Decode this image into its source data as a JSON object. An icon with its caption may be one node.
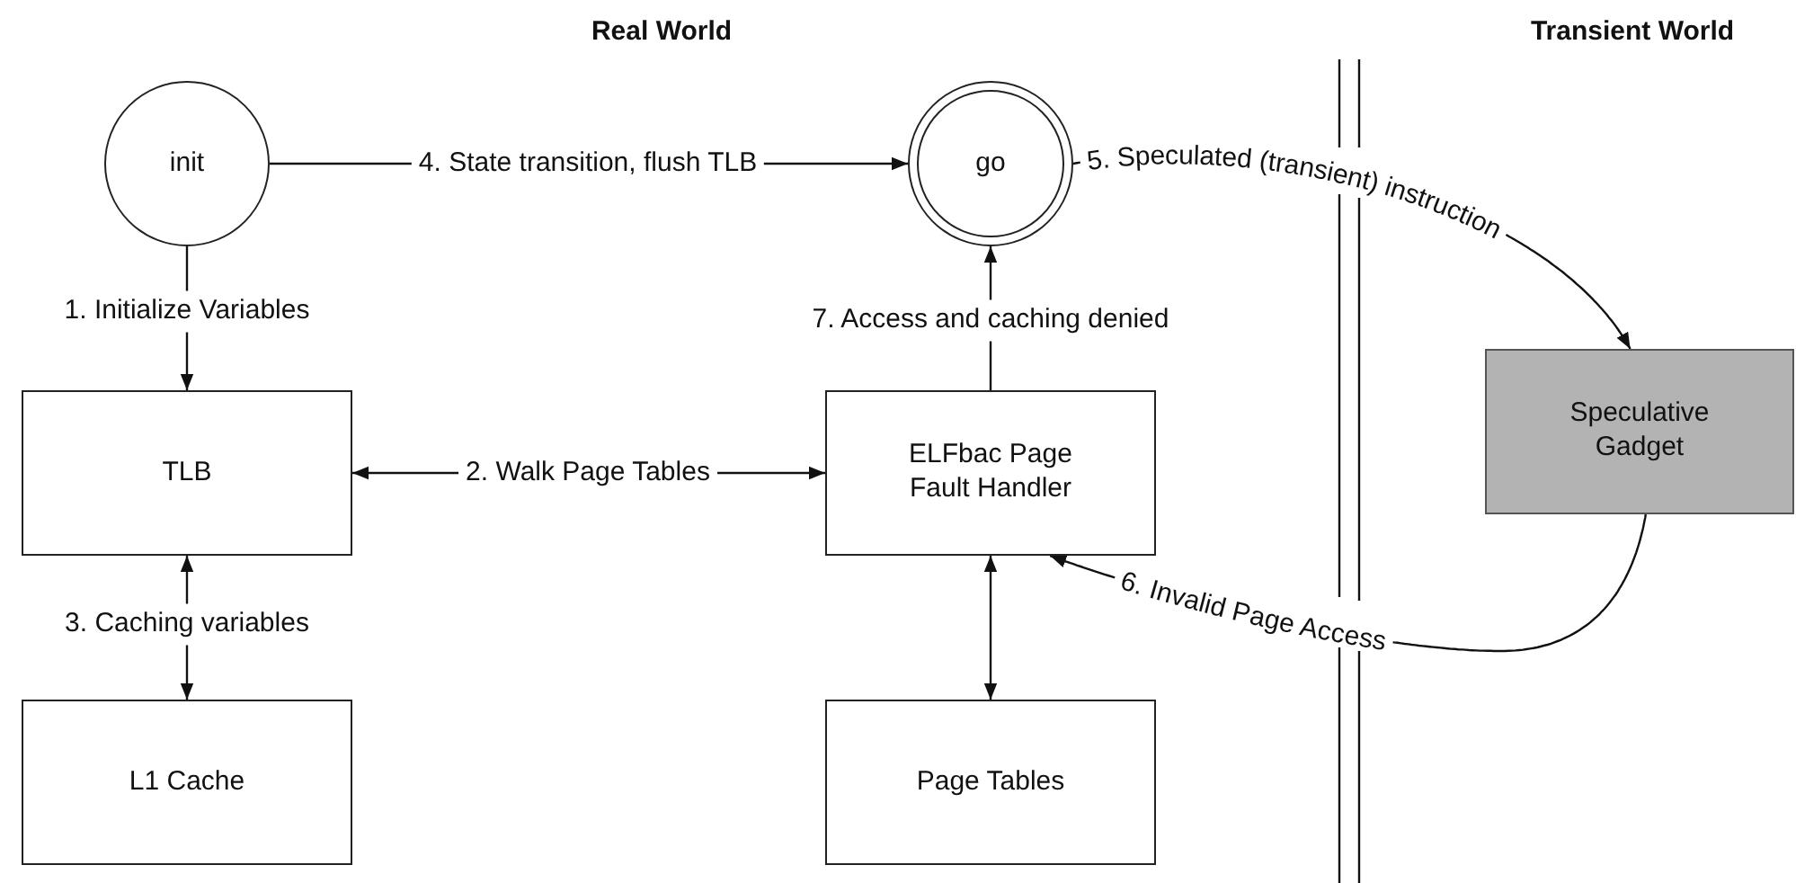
{
  "diagram": {
    "nodes": [
      {
        "text": [
          "init"
        ]
      },
      {
        "text": [
          "go"
        ]
      },
      {
        "text": [
          "TLB"
        ]
      },
      {
        "text": [
          "ELFbac Page Fault Handler"
        ]
      },
      {
        "text": [
          "Speculative Gadget"
        ]
      },
      {
        "text": [
          "L1 Cache"
        ]
      },
      {
        "text": [
          "Page Tables"
        ]
      }
    ],
    "edges": [
      {
        "from": 0,
        "to": 2,
        "arrow": "to",
        "label": "1. Initialize Variables"
      },
      {
        "from": 2,
        "to": 3,
        "arrow": "both",
        "label": "2. Walk Page Tables"
      },
      {
        "from": 2,
        "to": 5,
        "arrow": "both",
        "label": "3. Caching variables"
      },
      {
        "from": 0,
        "to": 1,
        "arrow": "to",
        "label": "4. State transition, flush TLB"
      },
      {
        "from": 1,
        "to": 4,
        "arrow": "to",
        "label": "5. Speculated (transient) instruction"
      },
      {
        "from": 4,
        "to": 3,
        "arrow": "to",
        "label": "6. Invalid Page Access"
      },
      {
        "from": 3,
        "to": 1,
        "arrow": "to",
        "label": "7. Access and caching denied"
      },
      {
        "from": 3,
        "to": 6,
        "arrow": "both"
      }
    ],
    "labels": [
      "Real World",
      "Transient World"
    ]
  }
}
